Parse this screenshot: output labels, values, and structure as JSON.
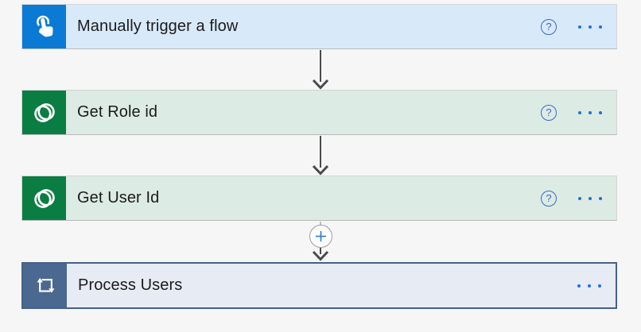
{
  "app": {
    "name": "Flow designer canvas"
  },
  "colors": {
    "page_bg": "#f6f6f6",
    "trigger_icon_bg": "#0b7ad5",
    "trigger_header_bg": "#d8e9fa",
    "dataverse_icon_bg": "#0a7d43",
    "dataverse_header_bg": "#dcebe3",
    "scope_icon_bg": "#4a6890",
    "scope_header_bg": "#e7ebf3",
    "selected_border": "#44618c",
    "arrow": "#4a4a4d",
    "help_blue": "#3c67cb",
    "menu_dot_blue": "#2070d8",
    "plus_blue": "#2e77d4"
  },
  "flow": {
    "help_symbol": "?",
    "insert_button": {
      "symbol": "+"
    },
    "nodes": [
      {
        "label": "Manually trigger a flow",
        "type": "trigger",
        "icon": "touch-icon",
        "has_help": true,
        "has_menu": true,
        "selected": false
      },
      {
        "label": "Get Role id",
        "type": "dataverse-action",
        "icon": "dataverse-icon",
        "has_help": true,
        "has_menu": true,
        "selected": false
      },
      {
        "label": "Get User Id",
        "type": "dataverse-action",
        "icon": "dataverse-icon",
        "has_help": true,
        "has_menu": true,
        "selected": false
      },
      {
        "label": "Process Users",
        "type": "apply-to-each-scope",
        "icon": "loop-icon",
        "has_help": false,
        "has_menu": true,
        "selected": true
      }
    ]
  }
}
